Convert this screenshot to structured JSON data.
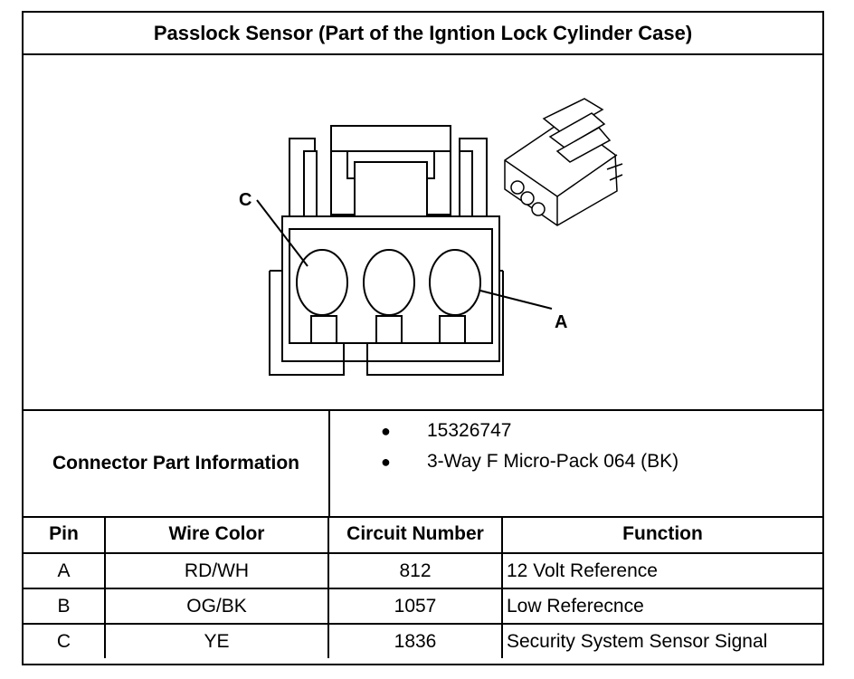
{
  "title": "Passlock Sensor (Part of the Igntion Lock Cylinder Case)",
  "diagram": {
    "callouts": [
      "C",
      "A"
    ]
  },
  "connector_info": {
    "label": "Connector Part Information",
    "items": [
      "15326747",
      "3-Way F Micro-Pack 064 (BK)"
    ]
  },
  "pin_table": {
    "headers": [
      "Pin",
      "Wire Color",
      "Circuit Number",
      "Function"
    ],
    "rows": [
      [
        "A",
        "RD/WH",
        "812",
        "12 Volt Reference"
      ],
      [
        "B",
        "OG/BK",
        "1057",
        "Low Referecnce"
      ],
      [
        "C",
        "YE",
        "1836",
        "Security System Sensor Signal"
      ]
    ]
  }
}
